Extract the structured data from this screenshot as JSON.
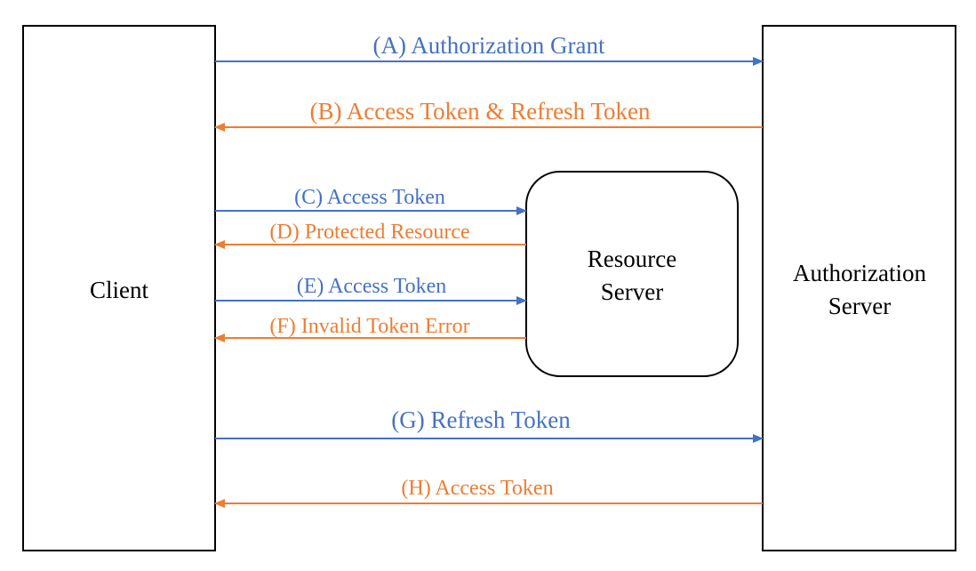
{
  "colors": {
    "request": "#4472C4",
    "response": "#ED7D31",
    "box_stroke": "#000000",
    "text": "#000000"
  },
  "nodes": {
    "client": {
      "label_lines": [
        "Client"
      ]
    },
    "resource_server": {
      "label_lines": [
        "Resource",
        "Server"
      ]
    },
    "authorization_server": {
      "label_lines": [
        "Authorization",
        "Server"
      ]
    }
  },
  "flows": [
    {
      "id": "A",
      "label": "(A) Authorization Grant",
      "from": "client",
      "to": "authorization_server",
      "kind": "request"
    },
    {
      "id": "B",
      "label": "(B) Access Token & Refresh Token",
      "from": "authorization_server",
      "to": "client",
      "kind": "response"
    },
    {
      "id": "C",
      "label": "(C) Access Token",
      "from": "client",
      "to": "resource_server",
      "kind": "request"
    },
    {
      "id": "D",
      "label": "(D) Protected Resource",
      "from": "resource_server",
      "to": "client",
      "kind": "response"
    },
    {
      "id": "E",
      "label": "(E) Access Token",
      "from": "client",
      "to": "resource_server",
      "kind": "request"
    },
    {
      "id": "F",
      "label": "(F) Invalid Token Error",
      "from": "resource_server",
      "to": "client",
      "kind": "response"
    },
    {
      "id": "G",
      "label": "(G) Refresh Token",
      "from": "client",
      "to": "authorization_server",
      "kind": "request"
    },
    {
      "id": "H",
      "label": "(H) Access Token",
      "from": "authorization_server",
      "to": "client",
      "kind": "response"
    }
  ]
}
